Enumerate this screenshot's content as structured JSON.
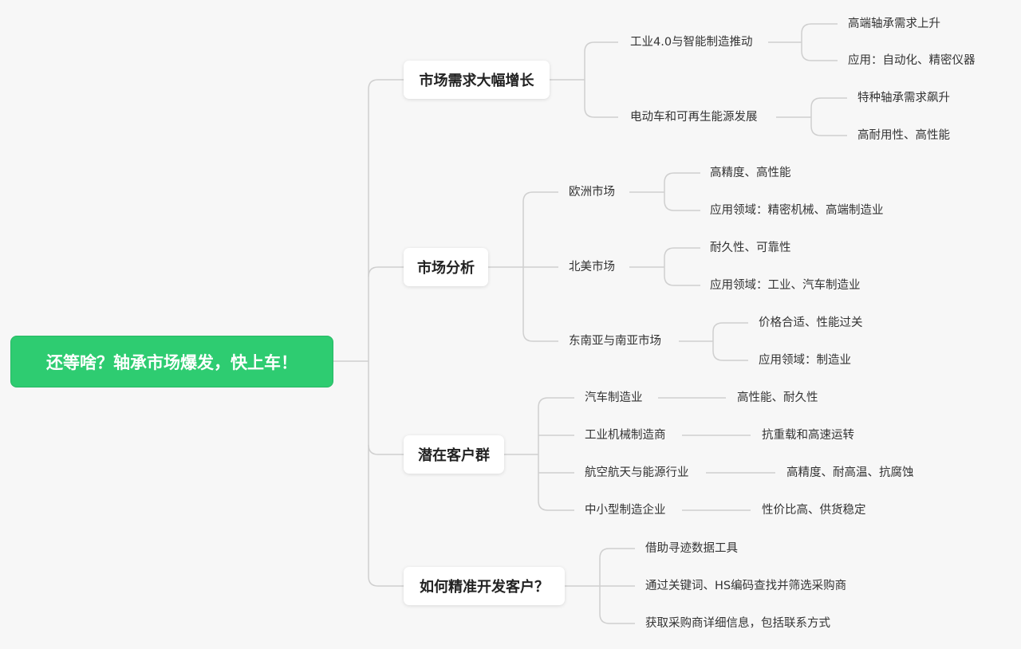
{
  "root": {
    "title": "还等啥？轴承市场爆发，快上车！"
  },
  "branches": [
    {
      "title": "市场需求大幅增长",
      "children": [
        {
          "label": "工业4.0与智能制造推动",
          "leaves": [
            "高端轴承需求上升",
            "应用：自动化、精密仪器"
          ]
        },
        {
          "label": "电动车和可再生能源发展",
          "leaves": [
            "特种轴承需求飙升",
            "高耐用性、高性能"
          ]
        }
      ]
    },
    {
      "title": "市场分析",
      "children": [
        {
          "label": "欧洲市场",
          "leaves": [
            "高精度、高性能",
            "应用领域：精密机械、高端制造业"
          ]
        },
        {
          "label": "北美市场",
          "leaves": [
            "耐久性、可靠性",
            "应用领域：工业、汽车制造业"
          ]
        },
        {
          "label": "东南亚与南亚市场",
          "leaves": [
            "价格合适、性能过关",
            "应用领域：制造业"
          ]
        }
      ]
    },
    {
      "title": "潜在客户群",
      "children": [
        {
          "label": "汽车制造业",
          "leaves": [
            "高性能、耐久性"
          ]
        },
        {
          "label": "工业机械制造商",
          "leaves": [
            "抗重载和高速运转"
          ]
        },
        {
          "label": "航空航天与能源行业",
          "leaves": [
            "高精度、耐高温、抗腐蚀"
          ]
        },
        {
          "label": "中小型制造企业",
          "leaves": [
            "性价比高、供货稳定"
          ]
        }
      ]
    },
    {
      "title": "如何精准开发客户？",
      "children": [
        {
          "label": "借助寻迹数据工具"
        },
        {
          "label": "通过关键词、HS编码查找并筛选采购商"
        },
        {
          "label": "获取采购商详细信息，包括联系方式"
        }
      ]
    }
  ]
}
